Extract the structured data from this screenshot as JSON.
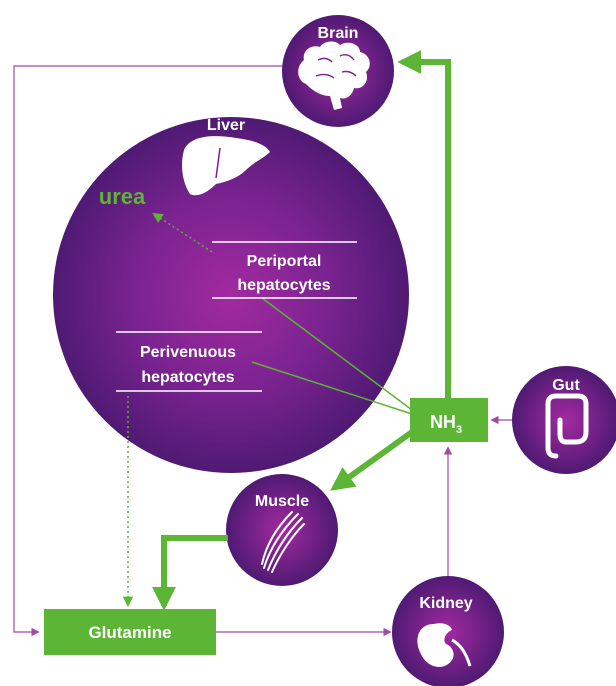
{
  "organs": {
    "brain": "Brain",
    "liver": "Liver",
    "gut": "Gut",
    "muscle": "Muscle",
    "kidney": "Kidney"
  },
  "liver_labels": {
    "urea": "urea",
    "periportal_line1": "Periportal",
    "periportal_line2": "hepatocytes",
    "perivenuous_line1": "Perivenuous",
    "perivenuous_line2": "hepatocytes"
  },
  "boxes": {
    "nh3": "NH",
    "nh3_subscript": "3",
    "glutamine": "Glutamine"
  },
  "colors": {
    "purple": "#6a1f87",
    "purple_light": "#a32fa6",
    "green": "#5cb534",
    "thin_line": "#a04aa3"
  },
  "icons": [
    "brain-icon",
    "liver-icon",
    "intestine-icon",
    "muscle-fiber-icon",
    "kidney-icon"
  ]
}
